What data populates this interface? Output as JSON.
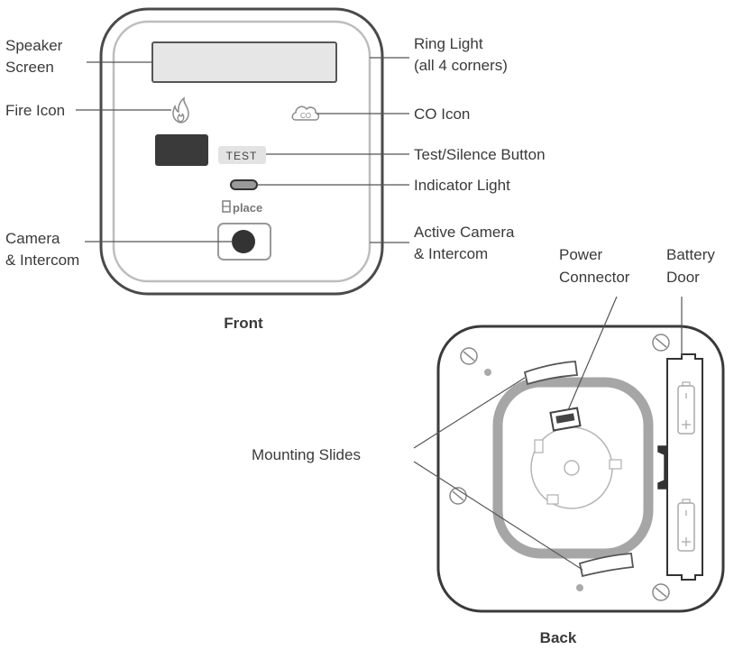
{
  "front": {
    "caption": "Front",
    "labels": {
      "speaker_screen": [
        "Speaker",
        "Screen"
      ],
      "fire_icon": "Fire Icon",
      "camera_intercom": [
        "Camera",
        "& Intercom"
      ],
      "ring_light": [
        "Ring Light",
        "(all 4 corners)"
      ],
      "co_icon": "CO Icon",
      "test_silence": "Test/Silence Button",
      "indicator_light": "Indicator Light",
      "active_camera": [
        "Active Camera",
        "& Intercom"
      ]
    },
    "button_text": "TEST",
    "logo_text": "place",
    "co_text": "CO"
  },
  "back": {
    "caption": "Back",
    "labels": {
      "power_connector": [
        "Power",
        "Connector"
      ],
      "battery_door": [
        "Battery",
        "Door"
      ],
      "mounting_slides": "Mounting Slides"
    }
  }
}
